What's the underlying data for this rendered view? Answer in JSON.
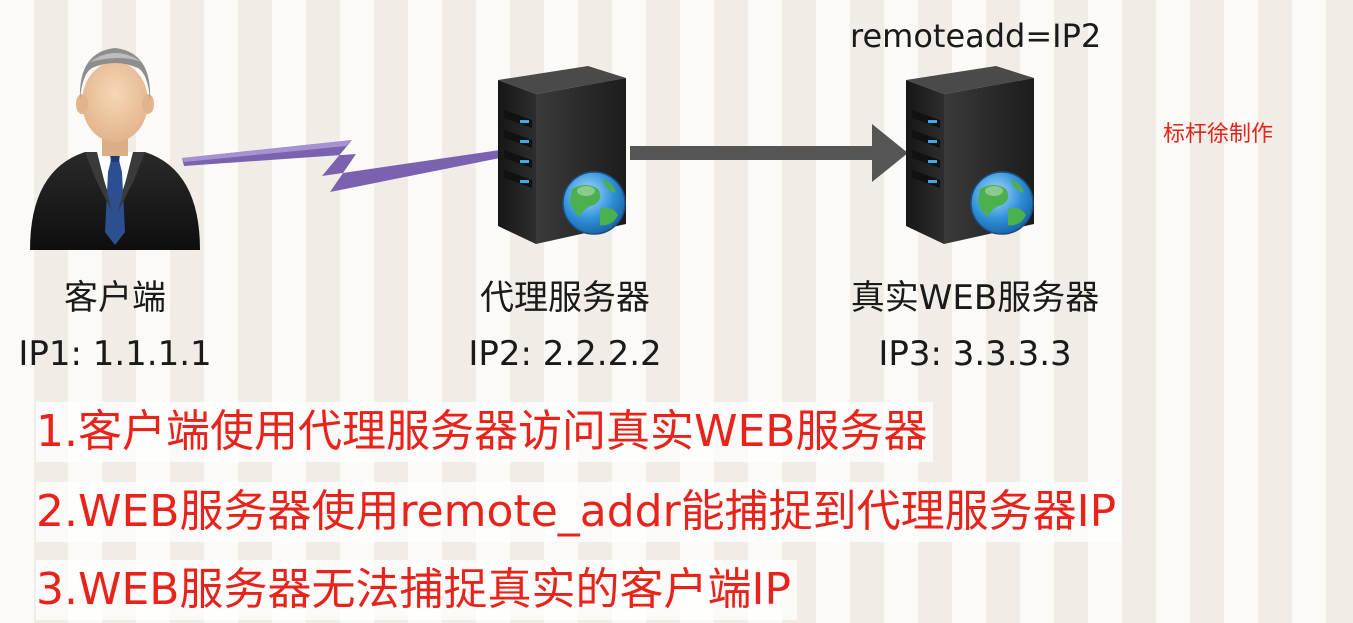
{
  "nodes": {
    "client": {
      "name": "客户端",
      "ip": "IP1: 1.1.1.1"
    },
    "proxy": {
      "name": "代理服务器",
      "ip": "IP2: 2.2.2.2"
    },
    "web": {
      "name": "真实WEB服务器",
      "ip": "IP3: 3.3.3.3"
    }
  },
  "remote_label": "remoteadd=IP2",
  "watermark": "标杆徐制作",
  "notes": [
    "1.客户端使用代理服务器访问真实WEB服务器",
    "2.WEB服务器使用remote_addr能捕捉到代理服务器IP",
    "3.WEB服务器无法捕捉真实的客户端IP"
  ],
  "icons": [
    "person-icon",
    "server-icon",
    "globe-icon",
    "lightning-link-icon",
    "arrow-icon"
  ],
  "colors": {
    "note_text": "#e8231b",
    "lightning": "#7b62b0",
    "arrow": "#555555",
    "server_body": "#2b2b2b",
    "server_light": "#3fa9e8"
  }
}
